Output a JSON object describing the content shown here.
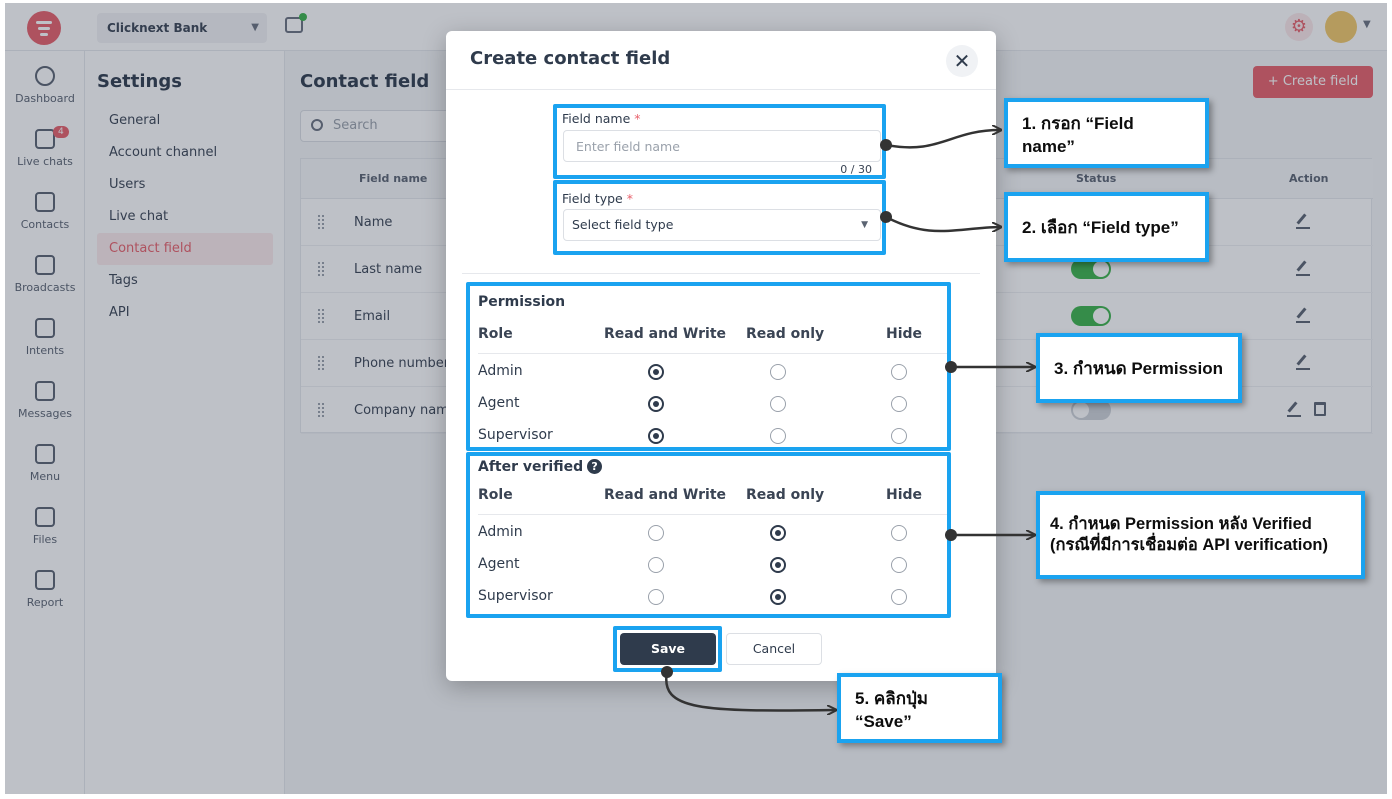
{
  "topbar": {
    "workspace": "Clicknext Bank"
  },
  "nav": {
    "items": [
      {
        "label": "Dashboard",
        "icon": "pie-chart-icon"
      },
      {
        "label": "Live chats",
        "icon": "chat-icon",
        "badge": "4"
      },
      {
        "label": "Contacts",
        "icon": "contacts-icon"
      },
      {
        "label": "Broadcasts",
        "icon": "megaphone-icon"
      },
      {
        "label": "Intents",
        "icon": "ai-icon"
      },
      {
        "label": "Messages",
        "icon": "text-template-icon"
      },
      {
        "label": "Menu",
        "icon": "grid-icon"
      },
      {
        "label": "Files",
        "icon": "folder-icon"
      },
      {
        "label": "Report",
        "icon": "report-chart-icon"
      }
    ]
  },
  "settings": {
    "title": "Settings",
    "items": [
      "General",
      "Account channel",
      "Users",
      "Live chat",
      "Contact field",
      "Tags",
      "API"
    ],
    "active": "Contact field"
  },
  "main": {
    "title": "Contact field",
    "create_button": "+ Create field",
    "search_placeholder": "Search",
    "columns": {
      "field_name": "Field name",
      "status": "Status",
      "action": "Action"
    },
    "rows": [
      {
        "name": "Name",
        "status": null
      },
      {
        "name": "Last name",
        "status": "on"
      },
      {
        "name": "Email",
        "status": "on"
      },
      {
        "name": "Phone number",
        "status": null
      },
      {
        "name": "Company name",
        "status": "off"
      }
    ]
  },
  "modal": {
    "title": "Create contact field",
    "close_icon": "✕",
    "field_name": {
      "label": "Field name",
      "required_mark": "*",
      "placeholder": "Enter field name",
      "counter": "0 / 30"
    },
    "field_type": {
      "label": "Field type",
      "required_mark": "*",
      "selected": "Select field type"
    },
    "permission": {
      "title": "Permission",
      "columns": [
        "Role",
        "Read and Write",
        "Read only",
        "Hide"
      ],
      "rows": [
        {
          "role": "Admin",
          "selected": "Read and Write"
        },
        {
          "role": "Agent",
          "selected": "Read and Write"
        },
        {
          "role": "Supervisor",
          "selected": "Read and Write"
        }
      ]
    },
    "after_verified": {
      "title": "After verified",
      "help_icon": "?",
      "columns": [
        "Role",
        "Read and Write",
        "Read only",
        "Hide"
      ],
      "rows": [
        {
          "role": "Admin",
          "selected": "Read only"
        },
        {
          "role": "Agent",
          "selected": "Read only"
        },
        {
          "role": "Supervisor",
          "selected": "Read only"
        }
      ]
    },
    "save_button": "Save",
    "cancel_button": "Cancel"
  },
  "annotations": {
    "step1": "1. กรอก “Field name”",
    "step2": "2. เลือก “Field type”",
    "step3": "3. กำหนด Permission",
    "step4_line1": "4. กำหนด Permission หลัง Verified",
    "step4_line2": "(กรณีที่มีการเชื่อมต่อ API verification)",
    "step5": "5. คลิกปุ่ม “Save”",
    "highlight_color": "#1aa3f0"
  },
  "colors": {
    "accent": "#e8606b",
    "primary_dark": "#2f3b4c",
    "toggle_on": "#3cb44b"
  }
}
